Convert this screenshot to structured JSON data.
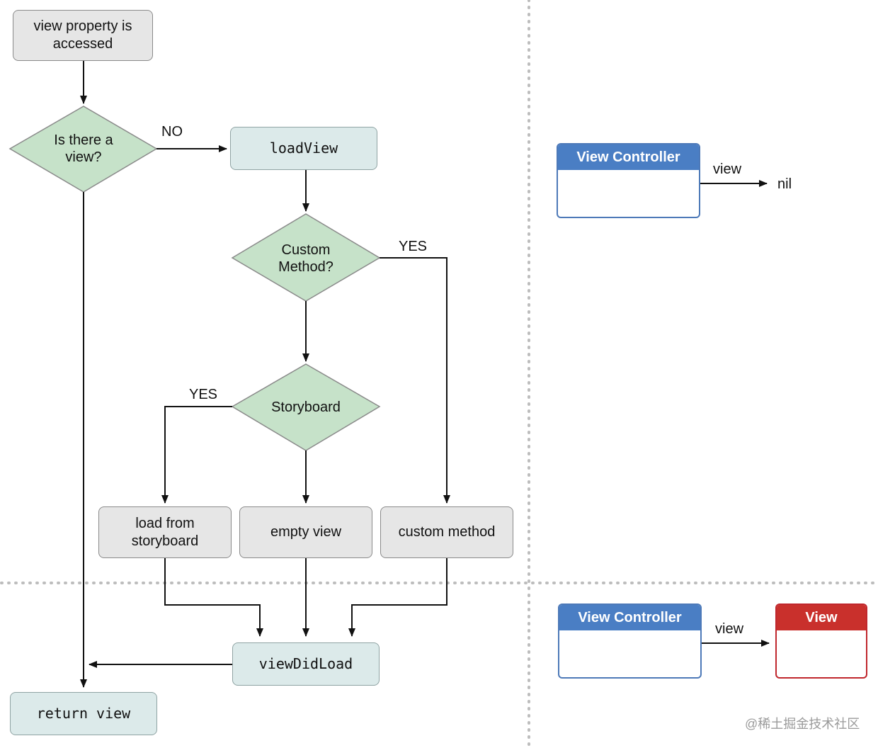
{
  "flow": {
    "view_accessed": "view property is accessed",
    "is_there_view": "Is there a view?",
    "no_label": "NO",
    "load_view": "loadView",
    "custom_method_q": "Custom Method?",
    "yes_label_custom": "YES",
    "storyboard_q": "Storyboard",
    "yes_label_storyboard": "YES",
    "load_from_storyboard": "load from storyboard",
    "empty_view": "empty view",
    "custom_method": "custom method",
    "view_did_load": "viewDidLoad",
    "return_view": "return view"
  },
  "right_panel": {
    "top": {
      "controller_title": "View Controller",
      "property_label": "view",
      "target_value": "nil"
    },
    "bottom": {
      "controller_title": "View Controller",
      "property_label": "view",
      "target_title": "View"
    }
  },
  "watermark": "@稀土掘金技术社区",
  "colors": {
    "decision_fill": "#c6e2c9",
    "process_fill": "#e6e6e6",
    "code_fill": "#dceaea",
    "controller_header": "#4a7ec4",
    "view_header": "#c9302c"
  }
}
